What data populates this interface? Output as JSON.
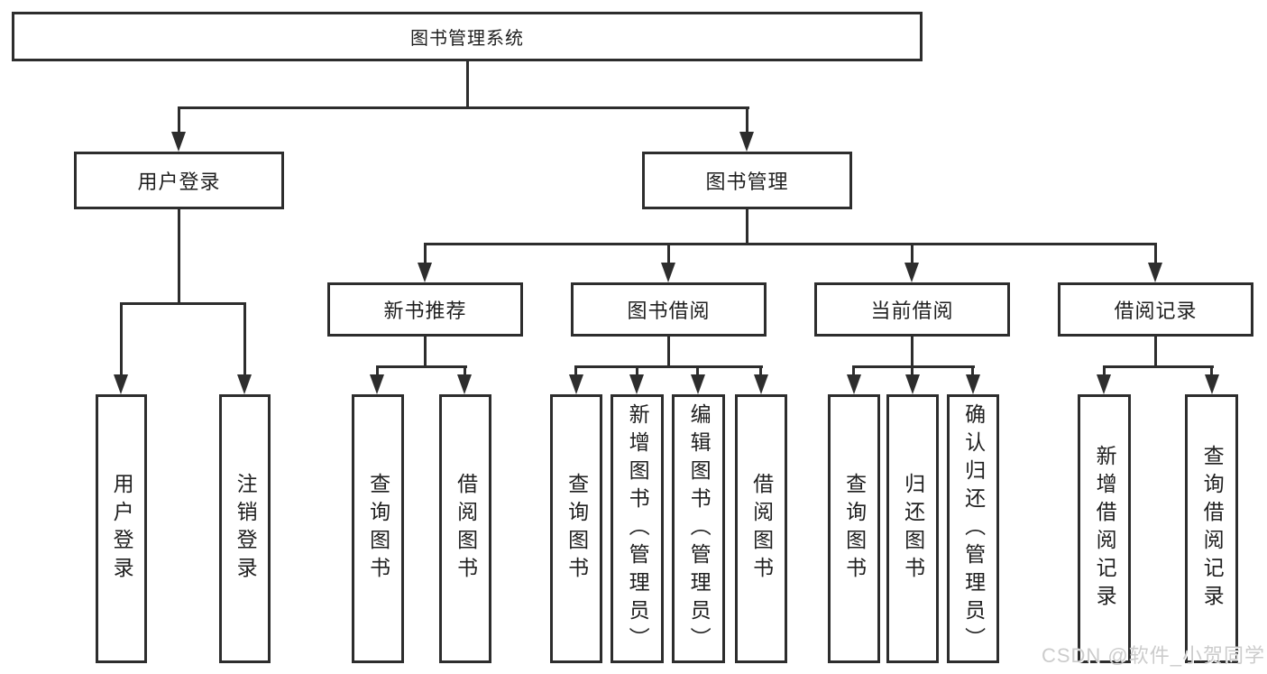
{
  "diagram": {
    "root": "图书管理系统",
    "branches": [
      {
        "label": "用户登录",
        "children": [
          "用户登录",
          "注销登录"
        ]
      },
      {
        "label": "图书管理",
        "sections": [
          {
            "label": "新书推荐",
            "children": [
              "查询图书",
              "借阅图书"
            ]
          },
          {
            "label": "图书借阅",
            "children": [
              "查询图书",
              "新增图书（管理员）",
              "编辑图书（管理员）",
              "借阅图书"
            ]
          },
          {
            "label": "当前借阅",
            "children": [
              "查询图书",
              "归还图书",
              "确认归还（管理员）"
            ]
          },
          {
            "label": "借阅记录",
            "children": [
              "新增借阅记录",
              "查询借阅记录"
            ]
          }
        ]
      }
    ],
    "watermark": "CSDN @软件_小贺同学",
    "colors": {
      "line": "#2d2d2d",
      "box_border": "#2d2d2d",
      "text": "#1f1f1f",
      "background": "#ffffff",
      "watermark": "#cccccc"
    }
  }
}
